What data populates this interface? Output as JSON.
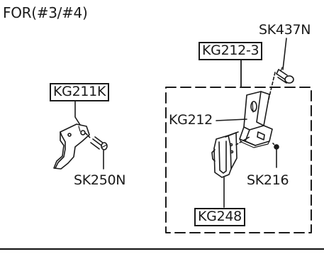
{
  "heading": "FOR(#3/#4)",
  "callouts": {
    "sk437n": "SK437N",
    "kg212_3": "KG212-3",
    "kg211k": "KG211K",
    "kg212": "KG212",
    "sk250n": "SK250N",
    "sk216": "SK216",
    "kg248": "KG248"
  },
  "colors": {
    "ink": "#1a1a1a",
    "paper": "#ffffff"
  }
}
